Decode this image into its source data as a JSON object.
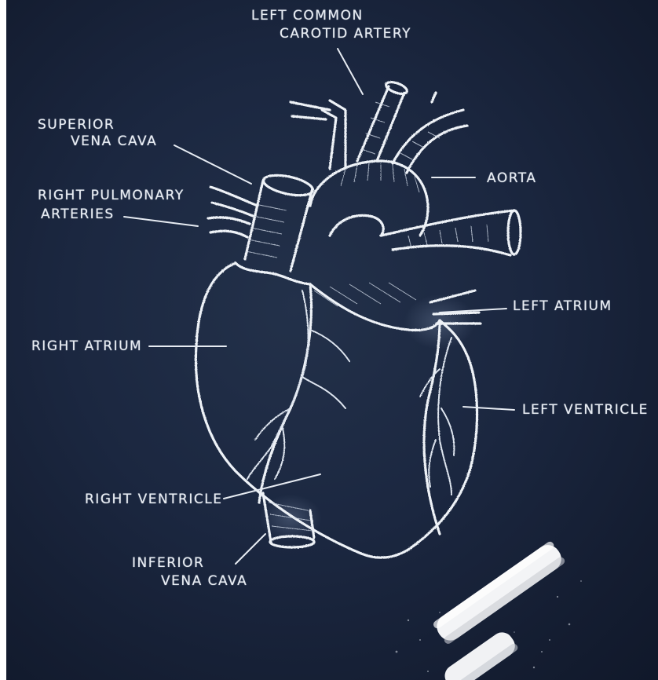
{
  "labels": {
    "left_common_carotid_line1": "LEFT COMMON",
    "left_common_carotid_line2": "CAROTID ARTERY",
    "superior_vena_cava_line1": "SUPERIOR",
    "superior_vena_cava_line2": "VENA CAVA",
    "right_pulmonary_line1": "RIGHT PULMONARY",
    "right_pulmonary_line2": "ARTERIES",
    "aorta": "AORTA",
    "left_atrium": "LEFT ATRIUM",
    "right_atrium": "RIGHT ATRIUM",
    "left_ventricle": "LEFT VENTRICLE",
    "right_ventricle": "RIGHT VENTRICLE",
    "inferior_vena_cava_line1": "INFERIOR",
    "inferior_vena_cava_line2": "VENA CAVA"
  },
  "colors": {
    "chalkboard": "#1b2740",
    "chalk": "#eef2f7"
  },
  "icons": [
    "heart-drawing",
    "chalk-stick"
  ]
}
